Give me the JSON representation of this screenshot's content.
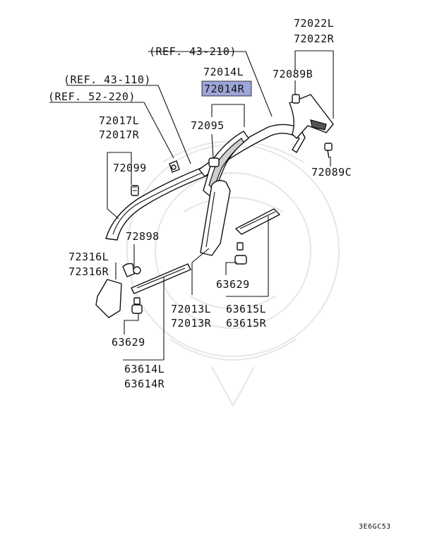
{
  "diagram": {
    "references": [
      {
        "id": "ref-43-210",
        "text": "(REF. 43-210)"
      },
      {
        "id": "ref-43-110",
        "text": "(REF. 43-110)"
      },
      {
        "id": "ref-52-220",
        "text": "(REF. 52-220)"
      }
    ],
    "part_labels": {
      "p72022L": "72022L",
      "p72022R": "72022R",
      "p72014L": "72014L",
      "p72014R": "72014R",
      "p72089B": "72089B",
      "p72017L": "72017L",
      "p72017R": "72017R",
      "p72095": "72095",
      "p72099": "72099",
      "p72089C": "72089C",
      "p72898": "72898",
      "p72316L": "72316L",
      "p72316R": "72316R",
      "p63629a": "63629",
      "p72013L": "72013L",
      "p72013R": "72013R",
      "p63615L": "63615L",
      "p63615R": "63615R",
      "p63629b": "63629",
      "p63614L": "63614L",
      "p63614R": "63614R"
    },
    "highlighted_part": "72014R",
    "highlight_color": "#9ea6d8",
    "figure_code": "3E6GC53"
  }
}
